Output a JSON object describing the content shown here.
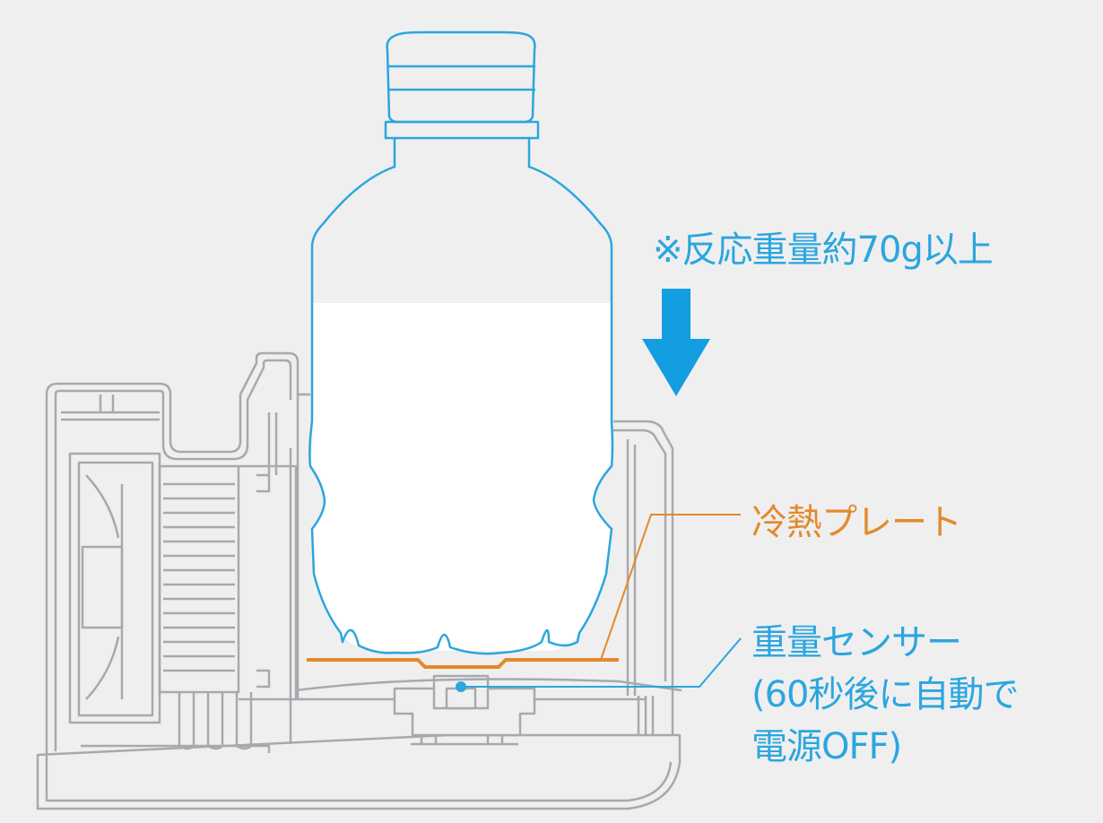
{
  "labels": {
    "weight_note": "※反応重量約70g以上",
    "cooling_plate": "冷熱プレート",
    "weight_sensor_line1": "重量センサー",
    "weight_sensor_line2": "(60秒後に自動で",
    "weight_sensor_line3": "電源OFF)"
  },
  "colors": {
    "background": "#efeff0",
    "outline": "#a7a9ac",
    "bottle": "#2ba6de",
    "arrow": "#129ee0",
    "plate": "#e38a2a",
    "water": "#ffffff"
  }
}
